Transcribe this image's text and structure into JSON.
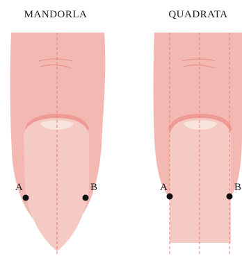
{
  "panels": [
    {
      "id": "almond",
      "title": "MANDORLA",
      "point_a": "A",
      "point_b": "B"
    },
    {
      "id": "square",
      "title": "QUADRATA",
      "point_a": "A",
      "point_b": "B"
    }
  ],
  "colors": {
    "skin": "#f3b8b2",
    "skin_crease": "#e8938c",
    "nail": "#f5c9c4",
    "cuticle_band": "#f09a96",
    "lunula": "#f9e3dd",
    "guide_line": "#ea7a72",
    "marker": "#111111"
  }
}
